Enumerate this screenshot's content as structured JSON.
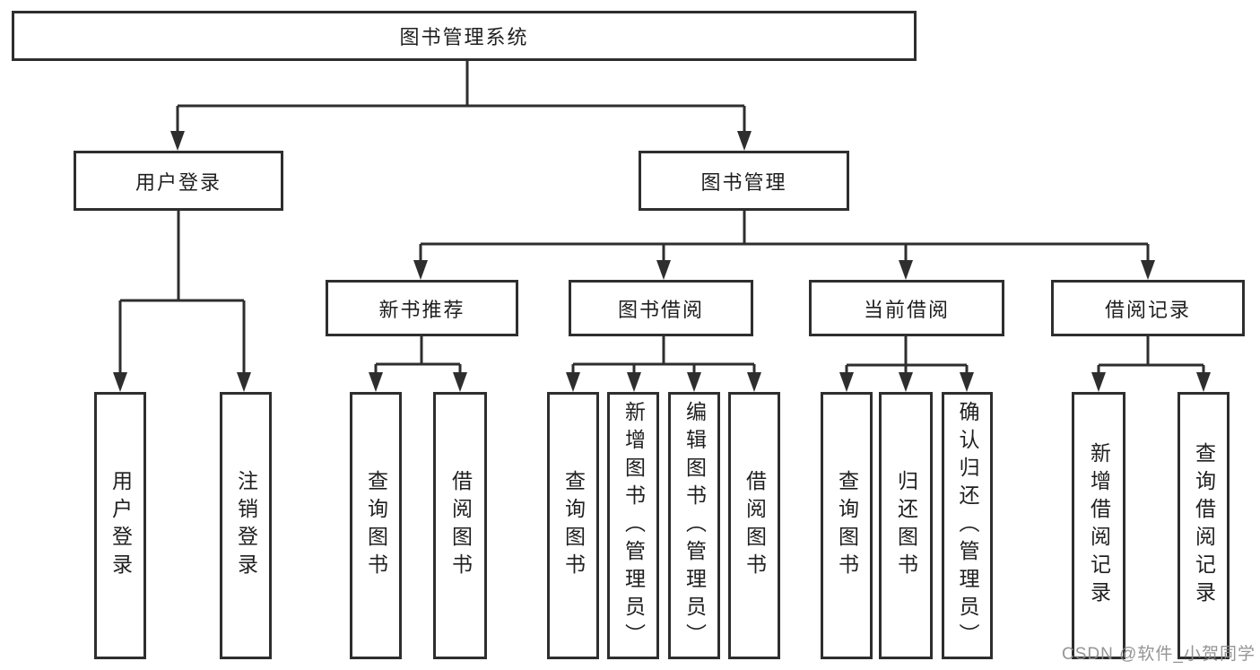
{
  "diagram": {
    "root": {
      "label": "图书管理系统"
    },
    "branches": [
      {
        "label": "用户登录",
        "children": [
          {
            "label": "用户登录"
          },
          {
            "label": "注销登录"
          }
        ]
      },
      {
        "label": "图书管理",
        "children": [
          {
            "label": "新书推荐",
            "children": [
              {
                "label": "查询图书"
              },
              {
                "label": "借阅图书"
              }
            ]
          },
          {
            "label": "图书借阅",
            "children": [
              {
                "label": "查询图书"
              },
              {
                "label": "新增图书（管理员）"
              },
              {
                "label": "编辑图书（管理员）"
              },
              {
                "label": "借阅图书"
              }
            ]
          },
          {
            "label": "当前借阅",
            "children": [
              {
                "label": "查询图书"
              },
              {
                "label": "归还图书"
              },
              {
                "label": "确认归还（管理员）"
              }
            ]
          },
          {
            "label": "借阅记录",
            "children": [
              {
                "label": "新增借阅记录"
              },
              {
                "label": "查询借阅记录"
              }
            ]
          }
        ]
      }
    ],
    "watermark": {
      "text": "CSDN @软件_小贺同学"
    },
    "colors": {
      "line": "#2e2e2e",
      "text": "#1f1f1f",
      "watermark": "#8c8c8c",
      "background": "#ffffff"
    }
  }
}
